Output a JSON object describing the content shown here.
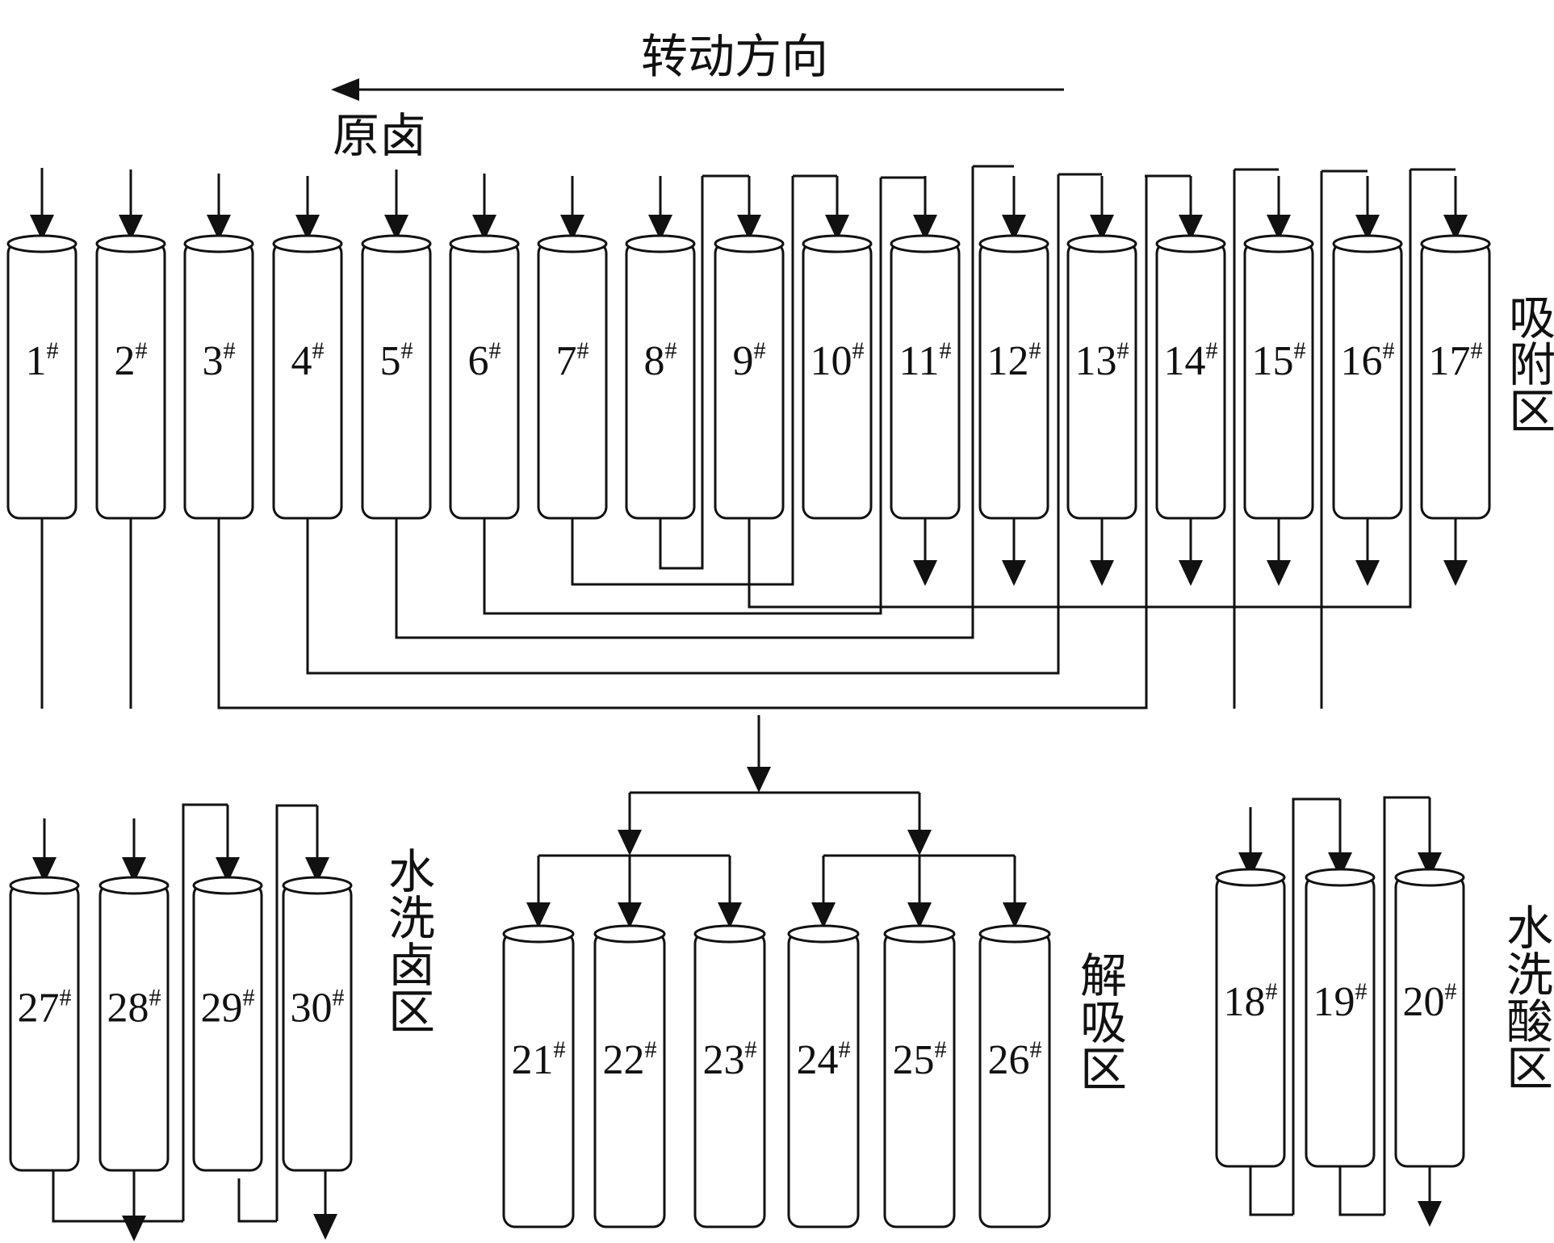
{
  "rotation_direction_label": "转动方向",
  "raw_brine_label": "原卤",
  "zones": {
    "adsorption": "吸附区",
    "water_wash_brine": "水洗卤区",
    "desorption": "解吸区",
    "water_wash_acid": "水洗酸区"
  },
  "column_suffix": "#",
  "columns": {
    "adsorption": [
      "1",
      "2",
      "3",
      "4",
      "5",
      "6",
      "7",
      "8",
      "9",
      "10",
      "11",
      "12",
      "13",
      "14",
      "15",
      "16",
      "17"
    ],
    "water_wash_brine": [
      "27",
      "28",
      "29",
      "30"
    ],
    "desorption": [
      "21",
      "22",
      "23",
      "24",
      "25",
      "26"
    ],
    "water_wash_acid": [
      "18",
      "19",
      "20"
    ]
  }
}
